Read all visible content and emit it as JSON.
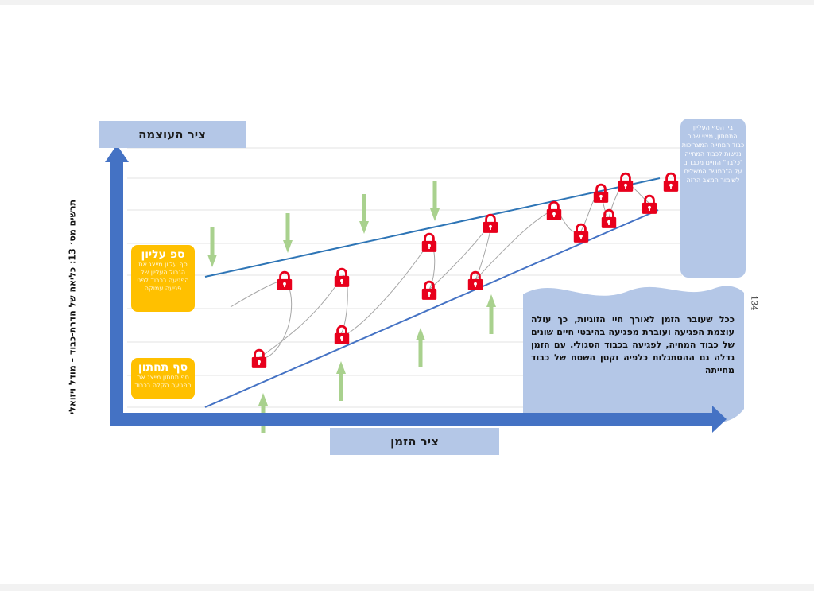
{
  "y_axis_label": "ציר העוצמה",
  "x_axis_label": "ציר הזמן",
  "upper_bound": {
    "title": "ספ עליון",
    "subtext": "סף עליון מייצג את הגבול העליון של הפגיעה בכבוד לפני פגיעה עמוקה"
  },
  "lower_bound": {
    "title": "סף תחתון",
    "subtext": "סף תחתון מייצג את הפגיעה הקלה בכבוד"
  },
  "note_text": "בין הסף העליון והתחתון, מצוי שטח כבוד המחייה המצריכות נגישות לכבוד המחייה \"כלבד\" החיים מכבדים על ה\"כמוש\" המשלים לשימור המצב הרזה",
  "body_text": "ככל שעובר הזמן לאורך חיי הזוגיות, כך עולה עוצמת הפגיעה ועוברת מפגיעה בהיבטי חיים שונים של כבוד המחיה, לפגיעה בכבוד הסגולי. עם הזמן גדלה גם ההסתגלות כלפיה וקטן השטח של כבוד מחייתה",
  "figure_caption": "תרשים מס׳ 13: כליאה של הדרת-כבוד – מודל ויזואלי",
  "page_number": "134",
  "colors": {
    "axis": "#4472c4",
    "label_bg": "#b4c7e7",
    "orange": "#ffc000",
    "lock": "#e8001c",
    "arrow": "#a9d18e",
    "upper_line": "#2e75b6",
    "lower_line": "#4472c4"
  },
  "icons": {
    "lock": "padlock-icon",
    "arrow_up": "arrow-up-icon",
    "arrow_down": "arrow-down-icon"
  }
}
